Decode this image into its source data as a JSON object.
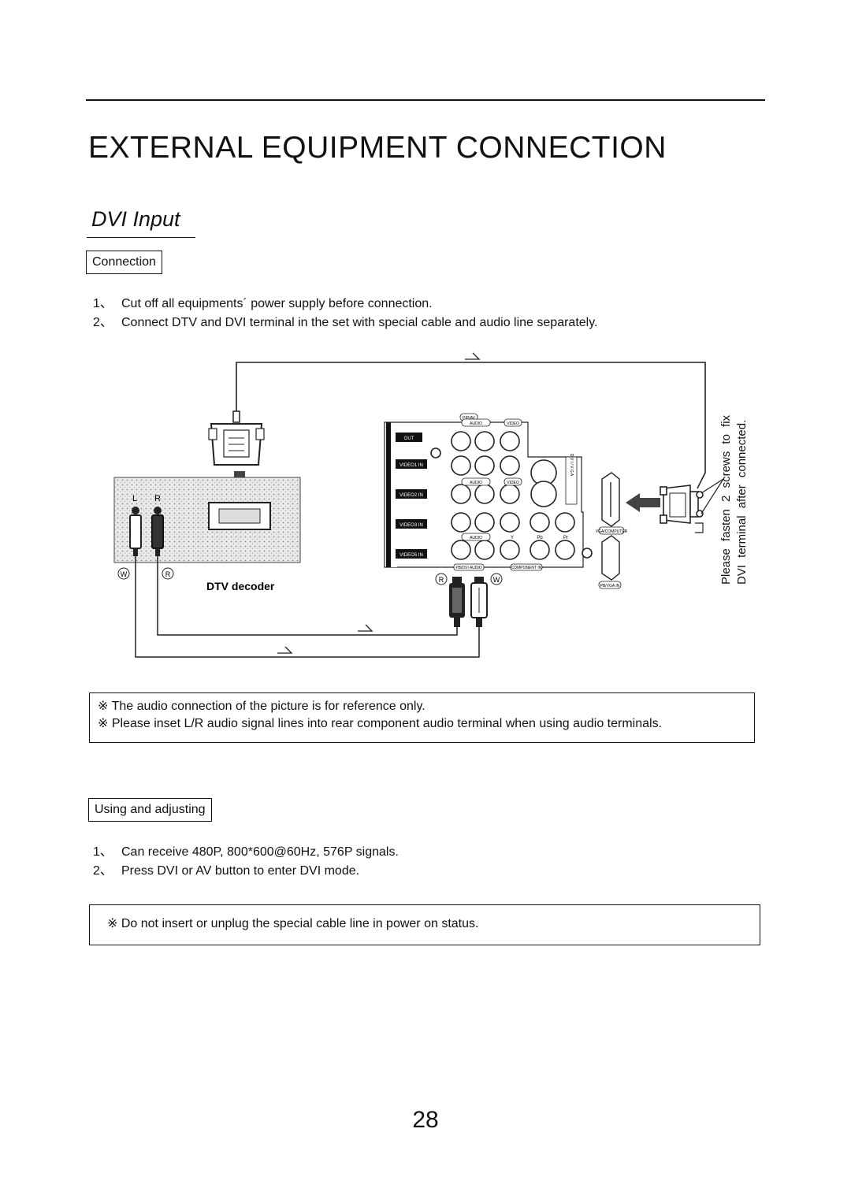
{
  "title": "EXTERNAL EQUIPMENT CONNECTION",
  "subtitle": "DVI Input",
  "connection": {
    "label": "Connection",
    "steps": [
      {
        "num": "1、",
        "text": "Cut off all equipments´ power supply before connection."
      },
      {
        "num": "2、",
        "text": "Connect DTV and DVI terminal in the set with special cable and audio line separately."
      }
    ]
  },
  "diagram": {
    "decoder_label": "DTV decoder",
    "l_label": "L",
    "r_label": "R",
    "w_badge": "W",
    "r_badge": "R",
    "panel_r_badge": "R",
    "panel_w_badge": "W",
    "side_note_line1": "Please fasten 2 screws to fix",
    "side_note_line2": "DVI terminal after connected.",
    "panel": {
      "out": "OUT",
      "video1": "VIDEO1 IN",
      "video2": "VIDEO2 IN",
      "video3": "VIDEO3 IN",
      "video5": "VIDEO5 IN",
      "pip_av": "PIP/AV",
      "audio": "AUDIO",
      "video": "VIDEO",
      "pb_dvi_audio": "PB/DVI AUDIO",
      "component_in": "COMPONENT IN",
      "vga": "VGA/COMPUTER",
      "dvi_vert": "D V I / V G A",
      "pb": "PB/VGA IN",
      "y": "Y",
      "pb2": "Pb",
      "pr": "Pr"
    }
  },
  "notes1": [
    "※ The audio connection of the picture is for reference only.",
    "※ Please inset L/R audio signal lines into rear component audio terminal when using audio terminals."
  ],
  "using": {
    "label": "Using and adjusting",
    "steps": [
      {
        "num": "1、",
        "text": "Can receive 480P, 800*600@60Hz, 576P signals."
      },
      {
        "num": "2、",
        "text": "Press DVI or AV button to enter DVI mode."
      }
    ]
  },
  "note2": "※ Do not insert or unplug the special cable line in power on status.",
  "page_number": "28"
}
